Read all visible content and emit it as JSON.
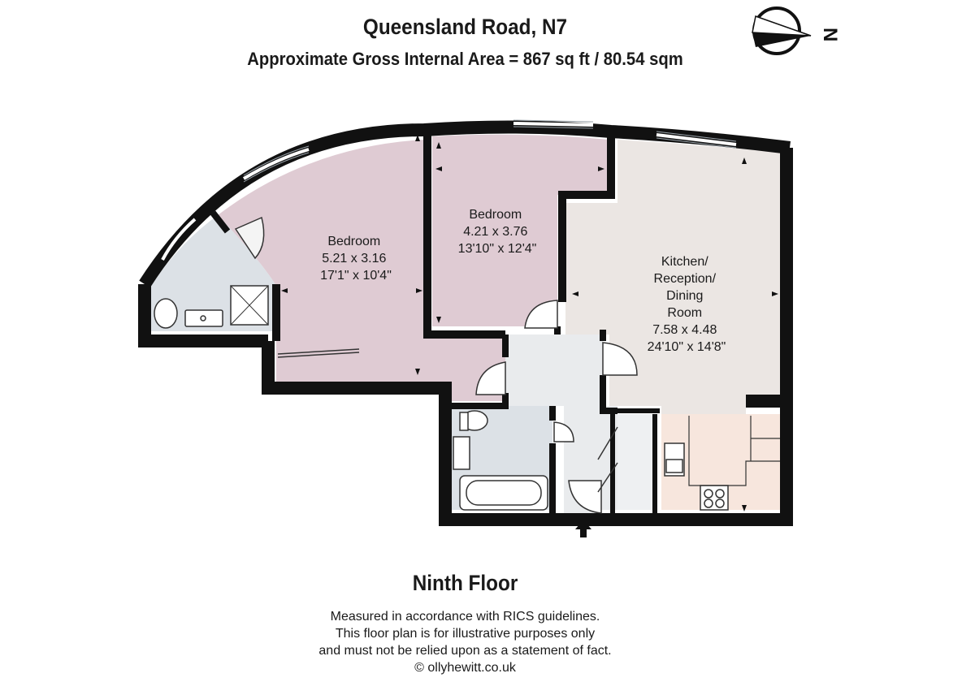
{
  "header": {
    "title": "Queensland Road, N7",
    "subtitle": "Approximate Gross Internal Area = 867 sq ft / 80.54 sqm"
  },
  "compass": {
    "label": "N",
    "icon": "north-arrow-icon"
  },
  "rooms": [
    {
      "id": "bedroom-1",
      "name": "Bedroom",
      "metric": "5.21 x 3.16",
      "imperial": "17'1\" x 10'4\""
    },
    {
      "id": "bedroom-2",
      "name": "Bedroom",
      "metric": "4.21 x 3.76",
      "imperial": "13'10\" x 12'4\""
    },
    {
      "id": "kitchen",
      "name_lines": [
        "Kitchen/",
        "Reception/",
        "Dining",
        "Room"
      ],
      "metric": "7.58 x 4.48",
      "imperial": "24'10\" x 14'8\""
    }
  ],
  "colors": {
    "bedroom": "#dfcbd3",
    "living": "#ebe6e3",
    "wet": "#dce1e6",
    "hall": "#e9ebed",
    "kitchen": "#f7e6dd",
    "wall": "#111111",
    "window": "#cfd6db"
  },
  "floor_label": "Ninth Floor",
  "disclaimer": [
    "Measured in accordance with RICS guidelines.",
    "This floor plan is for illustrative purposes only",
    "and must not be relied upon as a statement of fact.",
    "© ollyhewitt.co.uk"
  ]
}
